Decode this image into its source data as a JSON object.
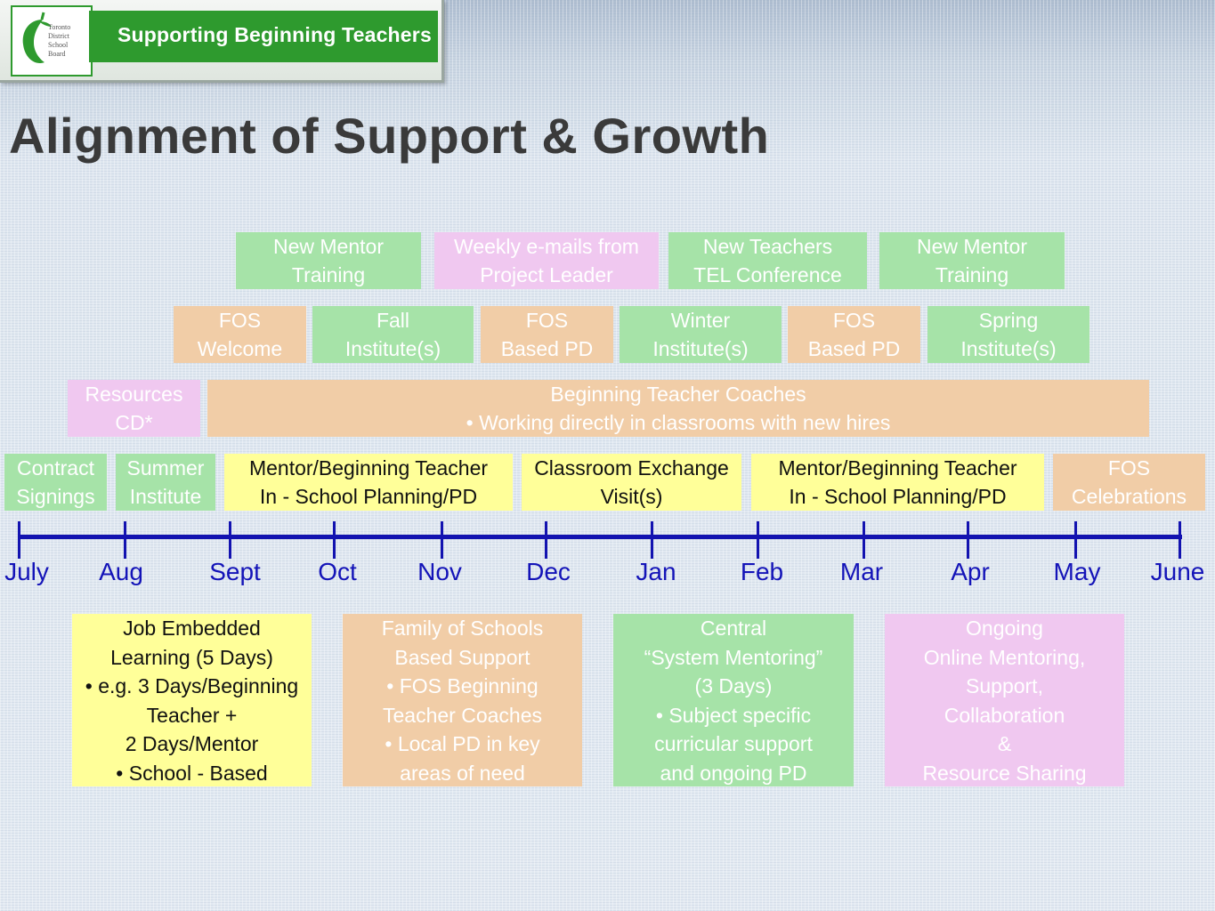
{
  "header": {
    "banner_title": "Supporting Beginning Teachers",
    "logo_lines": [
      "Toronto",
      "District",
      "School",
      "Board"
    ],
    "logo_alt": "TDSB apple logo"
  },
  "page_title": "Alignment of Support  & Growth",
  "colors": {
    "green": "#a6e3a8",
    "orange": "#f1cda7",
    "pink": "#f0c8f0",
    "yellow": "#ffff99",
    "timeline_blue": "#1313b0"
  },
  "months": [
    "July",
    "Aug",
    "Sept",
    "Oct",
    "Nov",
    "Dec",
    "Jan",
    "Feb",
    "Mar",
    "Apr",
    "May",
    "June"
  ],
  "rows": {
    "row1": [
      {
        "lines": [
          "New Mentor",
          "Training"
        ],
        "color": "green"
      },
      {
        "lines": [
          "Weekly e-mails from",
          "Project Leader"
        ],
        "color": "pink"
      },
      {
        "lines": [
          "New Teachers",
          "TEL Conference"
        ],
        "color": "green"
      },
      {
        "lines": [
          "New Mentor",
          "Training"
        ],
        "color": "green"
      }
    ],
    "row2": [
      {
        "lines": [
          "FOS",
          "Welcome"
        ],
        "color": "orange"
      },
      {
        "lines": [
          "Fall",
          "Institute(s)"
        ],
        "color": "green"
      },
      {
        "lines": [
          "FOS",
          "Based PD"
        ],
        "color": "orange"
      },
      {
        "lines": [
          "Winter",
          "Institute(s)"
        ],
        "color": "green"
      },
      {
        "lines": [
          "FOS",
          "Based PD"
        ],
        "color": "orange"
      },
      {
        "lines": [
          "Spring",
          "Institute(s)"
        ],
        "color": "green"
      }
    ],
    "row3": [
      {
        "lines": [
          "Resources",
          "CD*"
        ],
        "color": "pink"
      },
      {
        "lines": [
          "Beginning Teacher Coaches",
          "• Working directly in classrooms with new hires"
        ],
        "color": "orange"
      }
    ],
    "row4": [
      {
        "lines": [
          "Contract",
          "Signings"
        ],
        "color": "green"
      },
      {
        "lines": [
          "Summer",
          "Institute"
        ],
        "color": "green"
      },
      {
        "lines": [
          "Mentor/Beginning Teacher",
          "In - School Planning/PD"
        ],
        "color": "yellow"
      },
      {
        "lines": [
          "Classroom Exchange",
          "Visit(s)"
        ],
        "color": "yellow"
      },
      {
        "lines": [
          "Mentor/Beginning Teacher",
          "In - School Planning/PD"
        ],
        "color": "yellow"
      },
      {
        "lines": [
          "FOS",
          "Celebrations"
        ],
        "color": "orange"
      }
    ],
    "bottom": [
      {
        "lines": [
          "Job Embedded",
          "Learning (5 Days)",
          "• e.g. 3 Days/Beginning",
          "Teacher +",
          "2 Days/Mentor",
          "• School - Based"
        ],
        "color": "yellow"
      },
      {
        "lines": [
          "Family of Schools",
          "Based Support",
          "• FOS Beginning",
          "Teacher Coaches",
          "• Local PD in key",
          "areas of need"
        ],
        "color": "orange"
      },
      {
        "lines": [
          "Central",
          "“System Mentoring”",
          "(3 Days)",
          "• Subject specific",
          "curricular support",
          "and ongoing PD"
        ],
        "color": "green"
      },
      {
        "lines": [
          "Ongoing",
          "Online Mentoring,",
          "Support,",
          "Collaboration",
          "&",
          "Resource Sharing"
        ],
        "color": "pink"
      }
    ]
  }
}
